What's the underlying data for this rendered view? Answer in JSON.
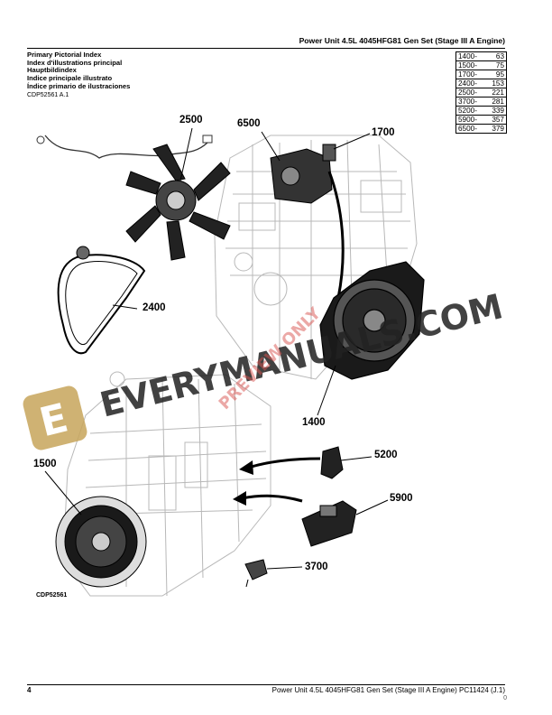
{
  "header": {
    "title": "Power Unit 4.5L 4045HFG81 Gen Set (Stage III A Engine)"
  },
  "index_titles": [
    "Primary Pictorial Index",
    "Index d'illustrations principal",
    "Hauptbildindex",
    "Indice principale illustrato",
    "Índice primario de ilustraciones"
  ],
  "figure_id": "CDP52561 A.1",
  "page_index": [
    {
      "group": "1400-",
      "page": "63"
    },
    {
      "group": "1500-",
      "page": "75"
    },
    {
      "group": "1700-",
      "page": "95"
    },
    {
      "group": "2400-",
      "page": "153"
    },
    {
      "group": "2500-",
      "page": "221"
    },
    {
      "group": "3700-",
      "page": "281"
    },
    {
      "group": "5200-",
      "page": "339"
    },
    {
      "group": "5900-",
      "page": "357"
    },
    {
      "group": "6500-",
      "page": "379"
    }
  ],
  "callouts": {
    "c2500": "2500",
    "c6500": "6500",
    "c1700": "1700",
    "c2400": "2400",
    "c1400": "1400",
    "c1500": "1500",
    "c5200": "5200",
    "c5900": "5900",
    "c3700": "3700"
  },
  "illustration_code": "CDP52561",
  "watermark": {
    "text": "EVERYMANUALS.COM",
    "logo_letter": "E",
    "preview": "PREVIEW ONLY"
  },
  "footer": {
    "page_number": "4",
    "title": "Power Unit 4.5L 4045HFG81 Gen Set (Stage III A Engine)    PC11424    (J.1)",
    "code": "0"
  }
}
